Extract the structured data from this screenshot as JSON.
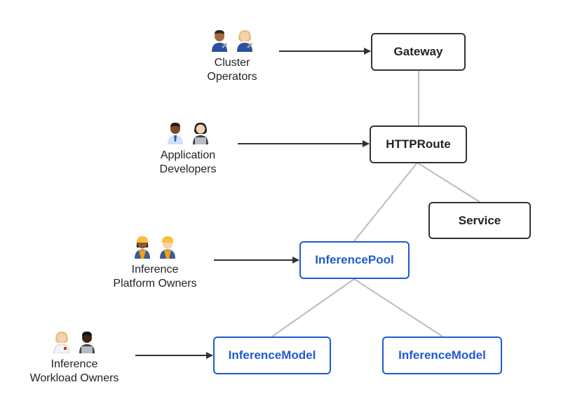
{
  "colors": {
    "extension_accent": "#1f5ad1",
    "core_border": "#333333",
    "connector": "#bdbdbd",
    "arrow": "#333333"
  },
  "nodes": {
    "gateway": "Gateway",
    "httproute": "HTTPRoute",
    "service": "Service",
    "inferencepool": "InferencePool",
    "inferencemodel_left": "InferenceModel",
    "inferencemodel_right": "InferenceModel"
  },
  "personas": {
    "cluster_operators": {
      "line1": "Cluster",
      "line2": "Operators",
      "icons": [
        "mechanic-man-icon",
        "mechanic-woman-icon"
      ]
    },
    "application_developers": {
      "line1": "Application",
      "line2": "Developers",
      "icons": [
        "office-man-icon",
        "technologist-woman-icon"
      ]
    },
    "platform_owners": {
      "line1": "Inference",
      "line2": "Platform Owners",
      "icons": [
        "construction-worker-woman-icon",
        "construction-worker-man-icon"
      ]
    },
    "workload_owners": {
      "line1": "Inference",
      "line2": "Workload Owners",
      "icons": [
        "health-worker-woman-icon",
        "technologist-man-icon"
      ]
    }
  }
}
